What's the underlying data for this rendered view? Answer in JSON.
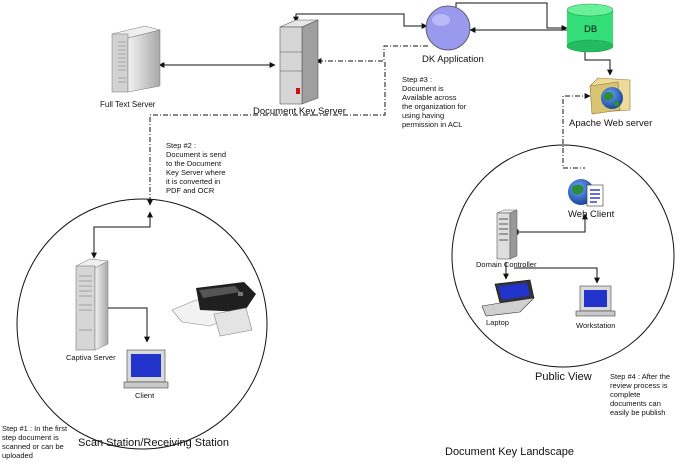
{
  "nodes": {
    "full_text_server": "Full Text Server",
    "document_key_server": "Document Key Server",
    "dk_application": "DK Application",
    "db": "DB",
    "apache_web_server": "Apache Web server",
    "web_client": "Web Client",
    "domain_controller": "Domain Controller",
    "laptop": "Laptop",
    "workstation": "Workstation",
    "captiva_server": "Captiva Server",
    "client": "Client"
  },
  "zones": {
    "scan_station": "Scan Station/Receiving Station",
    "public_view": "Public View"
  },
  "steps": {
    "step1": "Step #1 : In the first\nstep document is\nscanned or can be\nuploaded",
    "step2": "Step #2 :\nDocument is send\nto the Document\nKey Server where\nit is converted in\nPDF and OCR",
    "step3": "Step #3 :\nDocument is\nAvailable across\nthe organization for\nusing having\npermission in ACL",
    "step4": "Step #4 : After the\nreview process is\ncomplete\ndocuments can\neasily be publish"
  },
  "footer_title": "Document Key Landscape",
  "colors": {
    "line": "#111111",
    "circle_fill": "#9999ee",
    "db_fill": "#33dd77",
    "server_body": "#d8d8d8",
    "server_dark": "#9a9a9a",
    "globe_blue": "#1d4fa0",
    "globe_green": "#2e8b3a",
    "screen_blue": "#2233cc",
    "status_red": "#cc1111"
  }
}
